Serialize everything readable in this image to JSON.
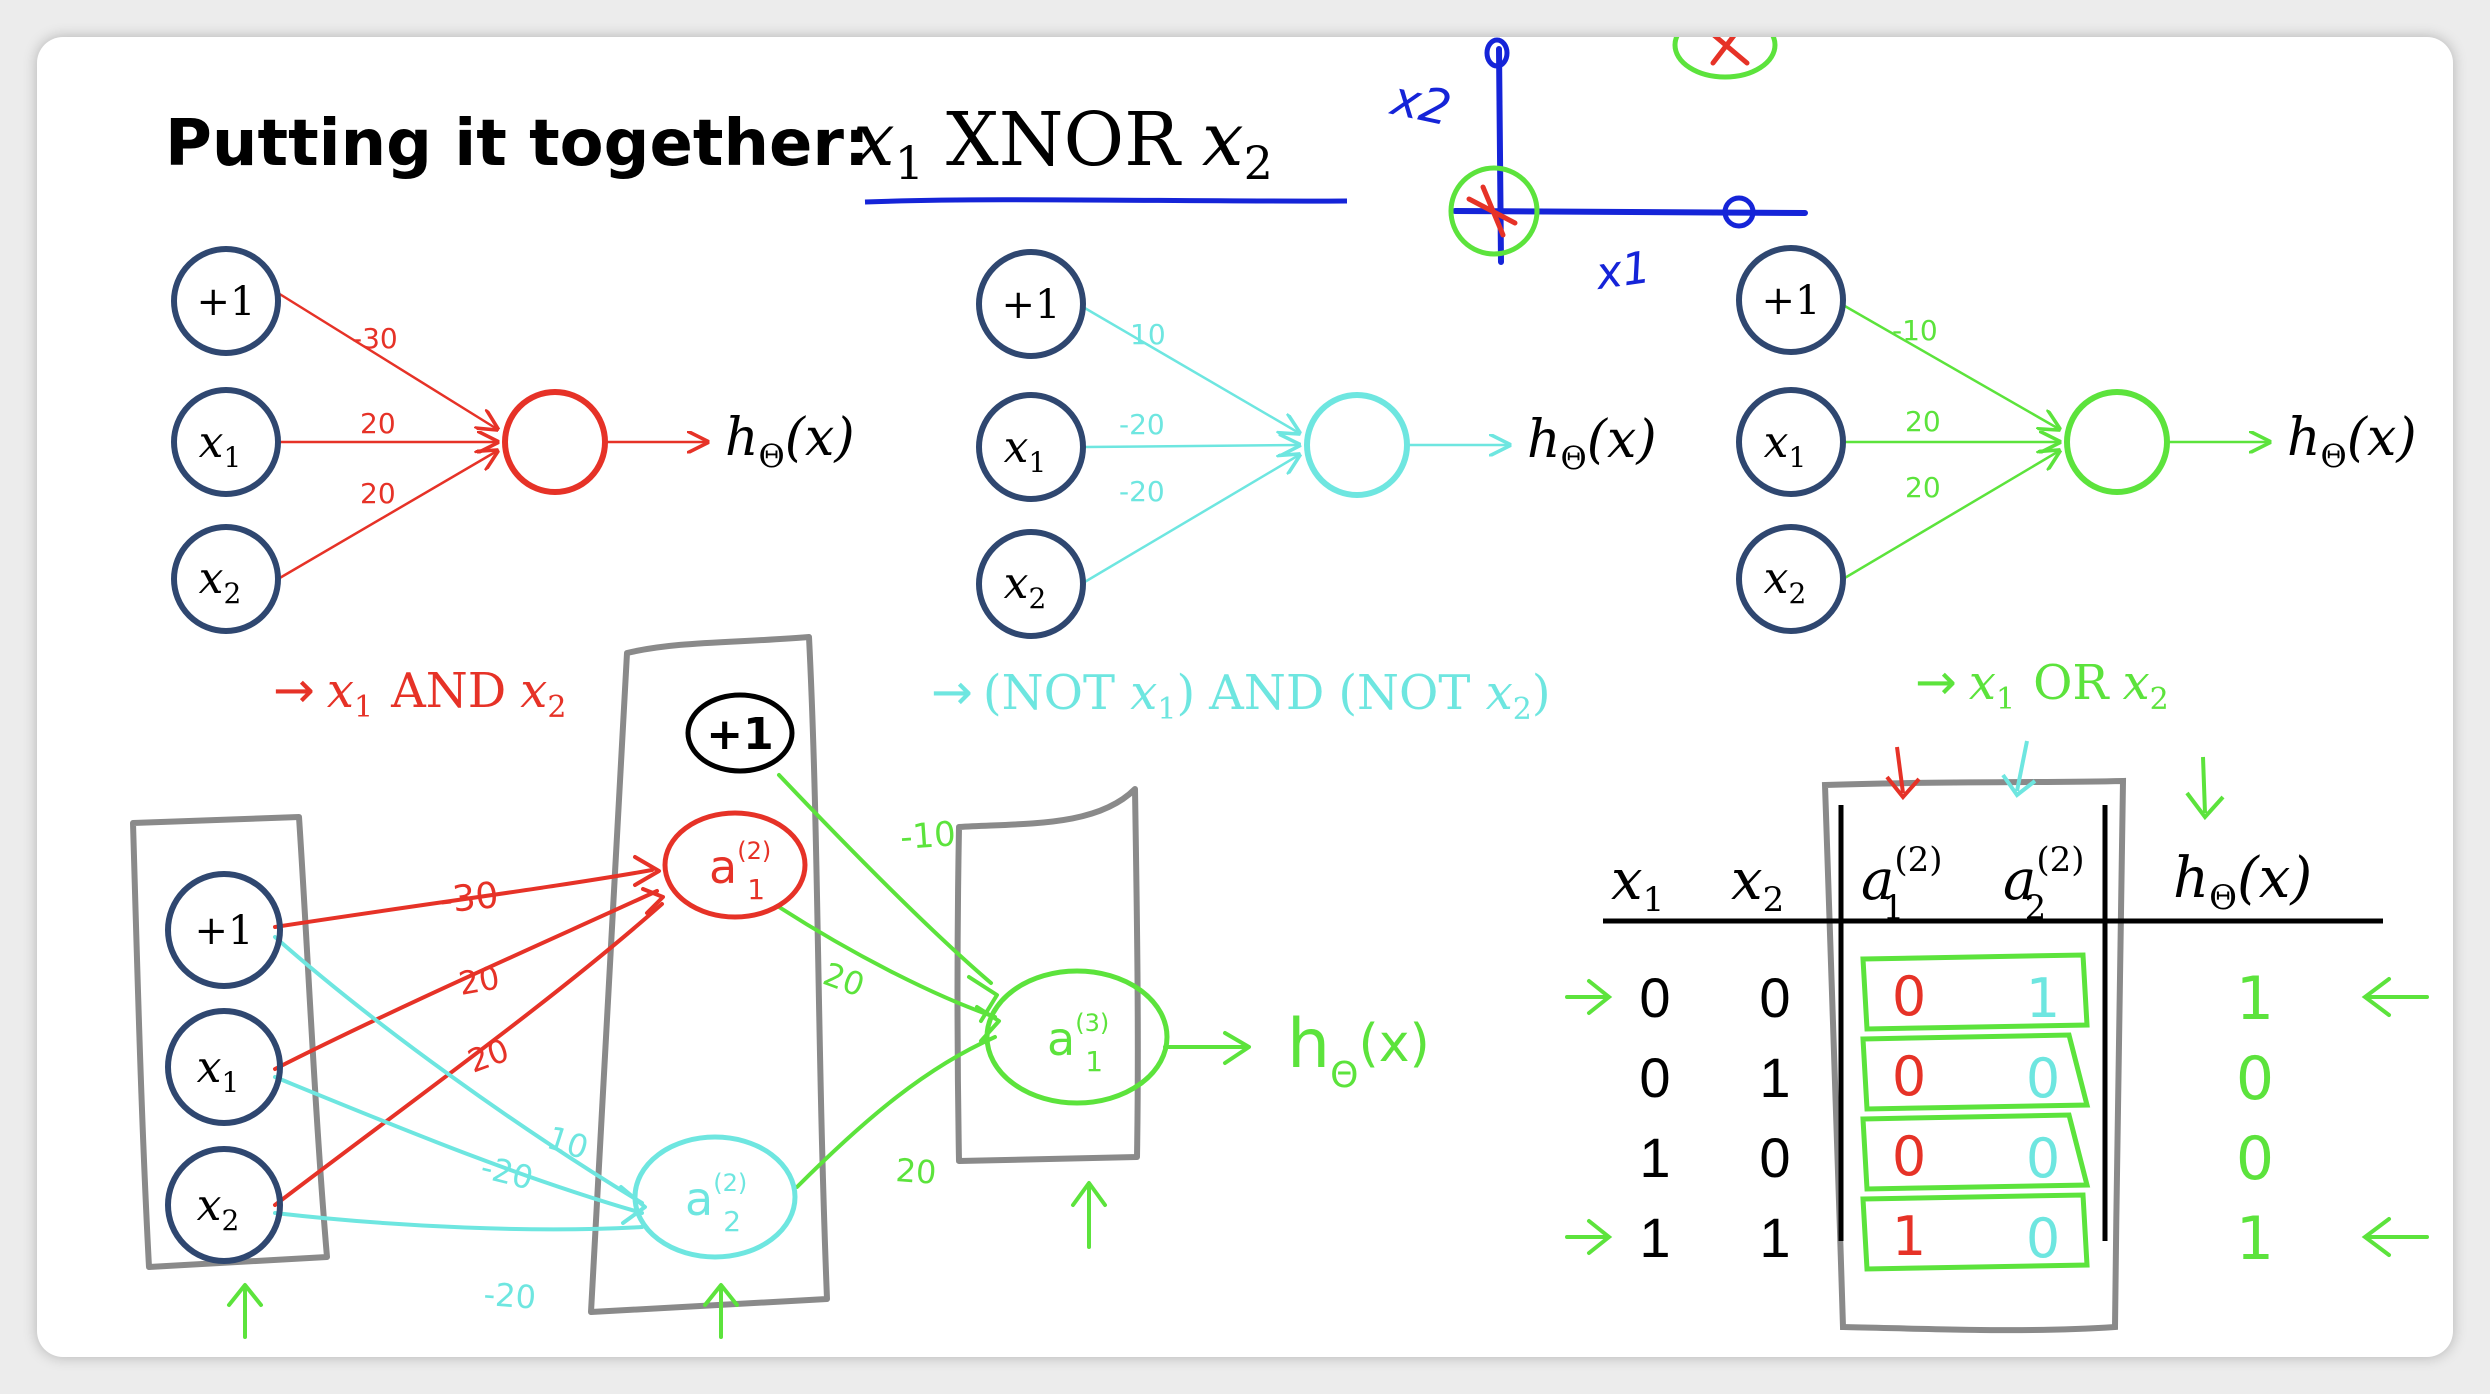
{
  "slide": {
    "title_bold": "Putting it together:",
    "title_math": {
      "a": "x",
      "a_sub": "1",
      "op": "XNOR",
      "b": "x",
      "b_sub": "2"
    }
  },
  "nodes": {
    "bias": "+1",
    "x": "x",
    "x1_sub": "1",
    "x2_sub": "2"
  },
  "output_label": {
    "h": "h",
    "sub": "Θ",
    "arg": "(x)"
  },
  "networks": [
    {
      "name": "and",
      "color": "#e63227",
      "weights": [
        "-30",
        "20",
        "20"
      ],
      "caption": {
        "arrow": "→",
        "p1": "x",
        "p1_sub": "1",
        "op": "AND",
        "p2": "x",
        "p2_sub": "2"
      }
    },
    {
      "name": "nor",
      "color": "#6ee6e0",
      "weights": [
        "10",
        "-20",
        "-20"
      ],
      "caption": {
        "arrow": "→",
        "open1": "(NOT ",
        "p1": "x",
        "p1_sub": "1",
        "close1": ")",
        "op": "AND",
        "open2": "(NOT ",
        "p2": "x",
        "p2_sub": "2",
        "close2": ")"
      }
    },
    {
      "name": "or",
      "color": "#5ce33c",
      "weights": [
        "-10",
        "20",
        "20"
      ],
      "caption": {
        "arrow": "→",
        "p1": "x",
        "p1_sub": "1",
        "op": "OR",
        "p2": "x",
        "p2_sub": "2"
      }
    }
  ],
  "sketch": {
    "axis_x": "x1",
    "axis_y": "x2",
    "colors": {
      "axes": "#1524d8",
      "cross": "#e63227",
      "circle": "#5ce33c"
    }
  },
  "handwritten_net": {
    "hidden_bias": "+1",
    "a1": {
      "base": "a",
      "sup": "(2)",
      "sub": "1"
    },
    "a2": {
      "base": "a",
      "sup": "(2)",
      "sub": "2"
    },
    "a3": {
      "base": "a",
      "sup": "(3)",
      "sub": "1"
    },
    "w_to_a1": [
      "-30",
      "20",
      "20"
    ],
    "w_to_a2": [
      "10",
      "-20",
      "-20"
    ],
    "w_to_a3": [
      "-10",
      "20",
      "20"
    ],
    "out": "h",
    "out_sub": "Θ",
    "out_arg": "(x)"
  },
  "truth_table": {
    "headers": {
      "x1": {
        "base": "x",
        "sub": "1"
      },
      "x2": {
        "base": "x",
        "sub": "2"
      },
      "a1": {
        "base": "a",
        "sup": "(2)",
        "sub": "1"
      },
      "a2": {
        "base": "a",
        "sup": "(2)",
        "sub": "2"
      },
      "h": {
        "base": "h",
        "sub": "Θ",
        "arg": "(x)"
      }
    },
    "rows": [
      {
        "x1": "0",
        "x2": "0",
        "a1": "0",
        "a2": "1",
        "h": "1",
        "marked": true
      },
      {
        "x1": "0",
        "x2": "1",
        "a1": "0",
        "a2": "0",
        "h": "0",
        "marked": false
      },
      {
        "x1": "1",
        "x2": "0",
        "a1": "0",
        "a2": "0",
        "h": "0",
        "marked": false
      },
      {
        "x1": "1",
        "x2": "1",
        "a1": "1",
        "a2": "0",
        "h": "1",
        "marked": true
      }
    ]
  },
  "colors": {
    "node_stroke": "#2f4770",
    "red": "#e63227",
    "cyan": "#6ee6e0",
    "green": "#5ce33c",
    "blue": "#1524d8",
    "gray": "#8a8a8a",
    "text": "#000000"
  }
}
